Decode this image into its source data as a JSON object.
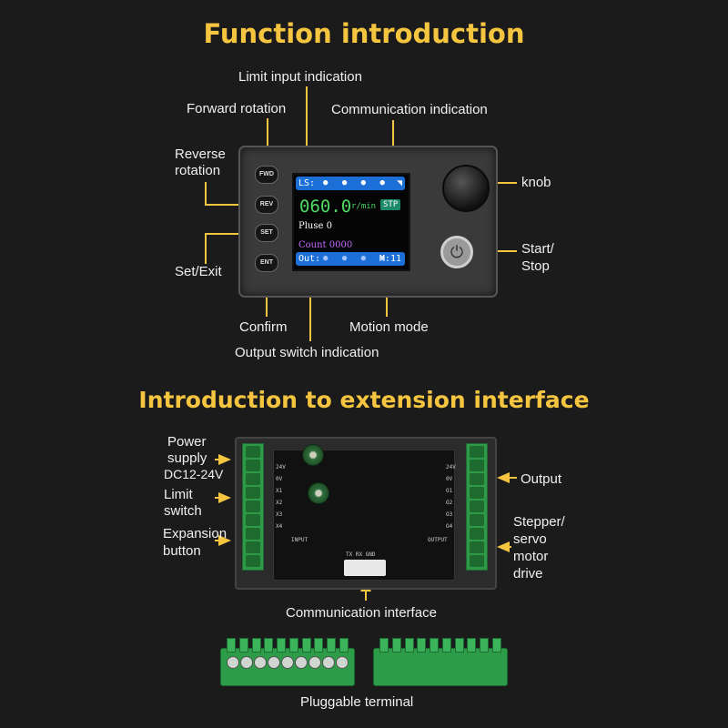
{
  "titles": {
    "function": "Function introduction",
    "extension": "Introduction to extension interface"
  },
  "function_labels": {
    "limit_input": "Limit input indication",
    "forward": "Forward rotation",
    "communication_ind": "Communication indication",
    "reverse_1": "Reverse",
    "reverse_2": "rotation",
    "knob": "knob",
    "start_stop_1": "Start/",
    "start_stop_2": "Stop",
    "set_exit": "Set/Exit",
    "confirm": "Confirm",
    "motion_mode": "Motion mode",
    "output_switch": "Output switch indication"
  },
  "buttons": {
    "fwd": "FWD",
    "rev": "REV",
    "set": "SET",
    "ent": "ENT"
  },
  "screen": {
    "ls": "LS:",
    "ls_dots": "● ● ● ●",
    "speed": "060.0",
    "unit": "r/min",
    "state": "STP",
    "pluse": "Pluse 0",
    "count": "Count 0000",
    "out": "Out:",
    "out_dots": "● ● ● ●",
    "mode": "M:11"
  },
  "extension_labels": {
    "power_1": "Power",
    "power_2": "supply",
    "power_3": "DC12-24V",
    "limit_1": "Limit",
    "limit_2": "switch",
    "expansion_1": "Expansion",
    "expansion_2": "button",
    "output": "Output",
    "stepper_1": "Stepper/",
    "stepper_2": "servo",
    "stepper_3": "motor",
    "stepper_4": "drive",
    "communication_interface": "Communication interface",
    "pluggable": "Pluggable terminal"
  },
  "pcb_silk": {
    "left": [
      "24V",
      "0V",
      "X1",
      "X2",
      "X3",
      "X4"
    ],
    "right": [
      "24V",
      "0V",
      "O1",
      "O2",
      "O3",
      "O4"
    ],
    "input": "INPUT",
    "output": "OUTPUT",
    "bottom": "TX RX GND"
  },
  "colors": {
    "accent": "#f5c540",
    "screen_bar": "#1d6fd8",
    "speed_text": "#4cd964",
    "count_text": "#c46bff",
    "terminal_green": "#2e9a47"
  }
}
